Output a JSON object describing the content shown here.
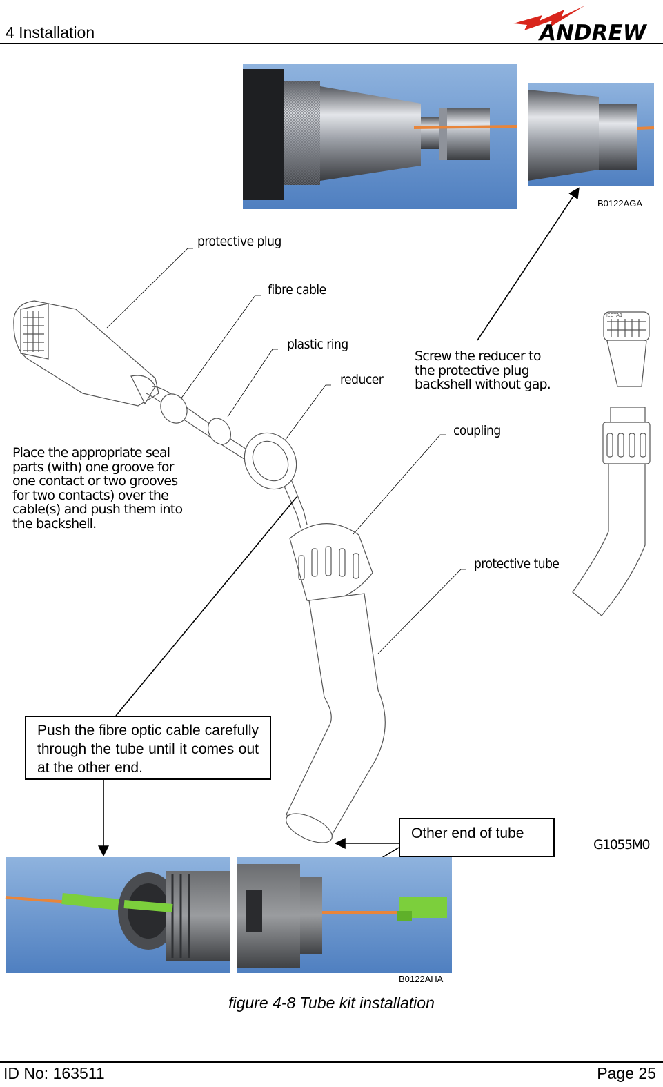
{
  "header": {
    "title": "4 Installation",
    "logo_text": "ANDREW"
  },
  "figure": {
    "caption": "figure 4-8 Tube kit installation",
    "drawing_id": "G1055M0",
    "top_photo_label": "B0122AGA",
    "bottom_photo_label": "B0122AHA",
    "labels": {
      "protective_plug": "protective plug",
      "fibre_cable": "fibre cable",
      "plastic_ring": "plastic ring",
      "reducer": "reducer",
      "coupling": "coupling",
      "protective_tube": "protective tube"
    },
    "notes": {
      "screw_reducer": "Screw the reducer to\nthe protective plug\nbackshell without gap.",
      "seal_parts": "Place the appropriate seal\nparts (with) one groove for\none contact or two grooves\nfor two contacts) over the\ncable(s) and push them into\nthe backshell."
    },
    "push_box": "Push the fibre optic cable carefully through the tube until it comes out at the other end.",
    "other_end_box": "Other end of tube",
    "plug_marking": "IECTA1"
  },
  "footer": {
    "id": "ID No: 163511",
    "page": "Page 25"
  },
  "colors": {
    "fibre_orange": "#e8853a",
    "connector_green": "#7ccf3c",
    "metal": "#b9bcc2",
    "logo_red": "#d9261c"
  }
}
